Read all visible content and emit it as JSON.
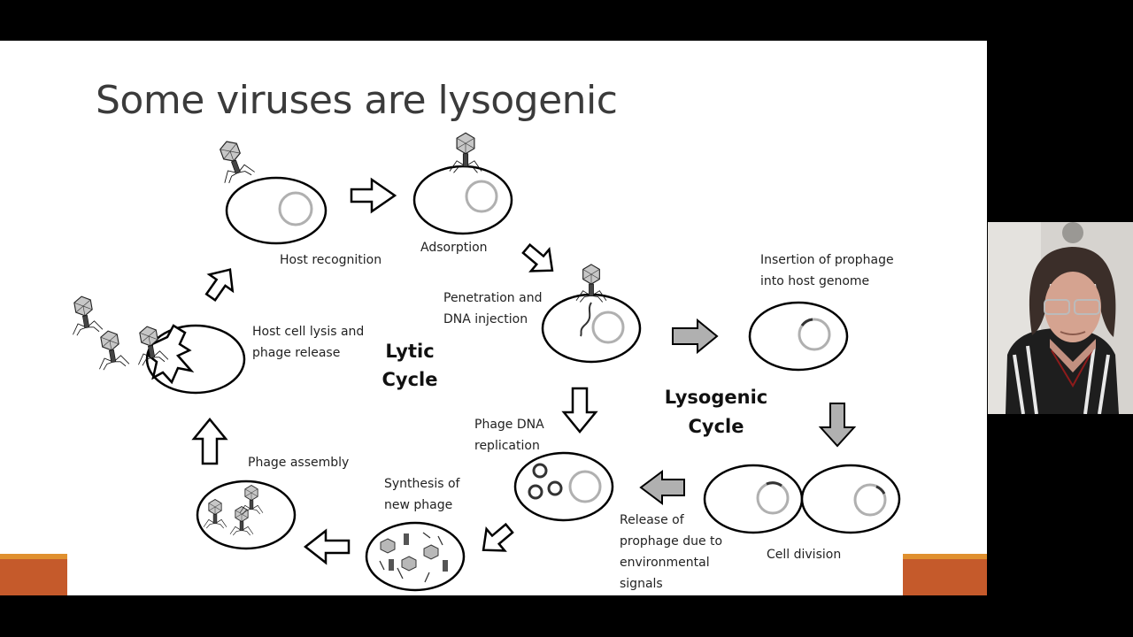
{
  "slide": {
    "title": "Some viruses are lysogenic",
    "cycles": {
      "lytic": [
        "Lytic",
        "Cycle"
      ],
      "lysogenic": [
        "Lysogenic",
        "Cycle"
      ]
    },
    "labels": {
      "host_recognition": "Host recognition",
      "adsorption": "Adsorption",
      "penetration": [
        "Penetration and",
        "DNA injection"
      ],
      "insertion": [
        "Insertion of prophage",
        "into host genome"
      ],
      "lysis": [
        "Host cell lysis and",
        "phage release"
      ],
      "replication": [
        "Phage DNA",
        "replication"
      ],
      "assembly": "Phage assembly",
      "synthesis": [
        "Synthesis of",
        "new phage"
      ],
      "release": [
        "Release of",
        "prophage due to",
        "environmental",
        "signals"
      ],
      "cell_division": "Cell division"
    },
    "colors": {
      "accent_bar": "#c55a2b",
      "accent_bar_top": "#e0902f",
      "gray_arrow": "#b0b0b0",
      "outline": "#000000"
    }
  },
  "video": {
    "speaker_icon": "presenter-webcam-icon"
  }
}
